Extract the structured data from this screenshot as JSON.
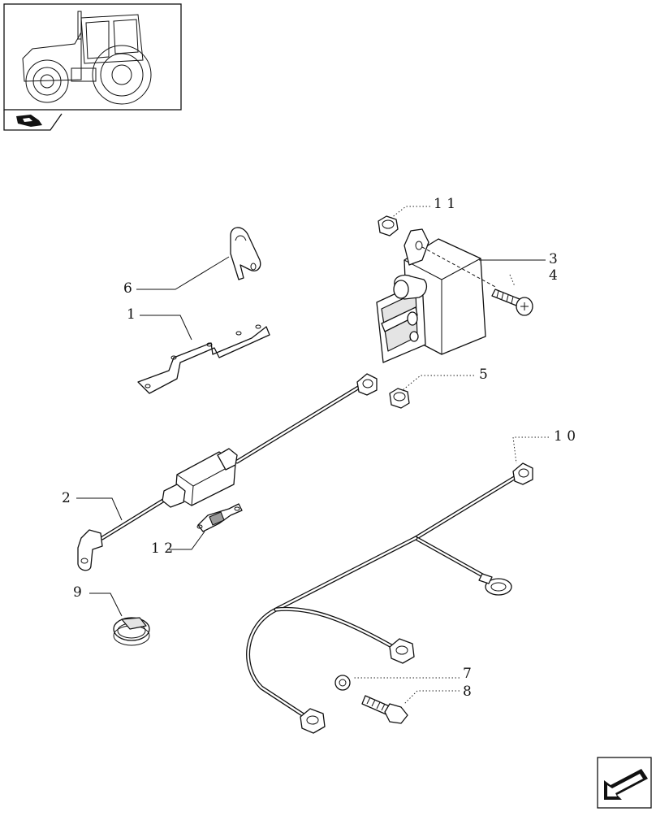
{
  "callouts": {
    "c1": "1",
    "c2": "2",
    "c3": "3",
    "c4": "4",
    "c5": "5",
    "c6": "6",
    "c7": "7",
    "c8": "8",
    "c9": "9",
    "c10": "1 0",
    "c11": "1 1",
    "c12": "1 2"
  },
  "icons": {
    "thumbnail": "tractor-thumbnail-icon",
    "section_tab": "section-tab-icon",
    "next_page": "next-page-arrow-icon"
  }
}
